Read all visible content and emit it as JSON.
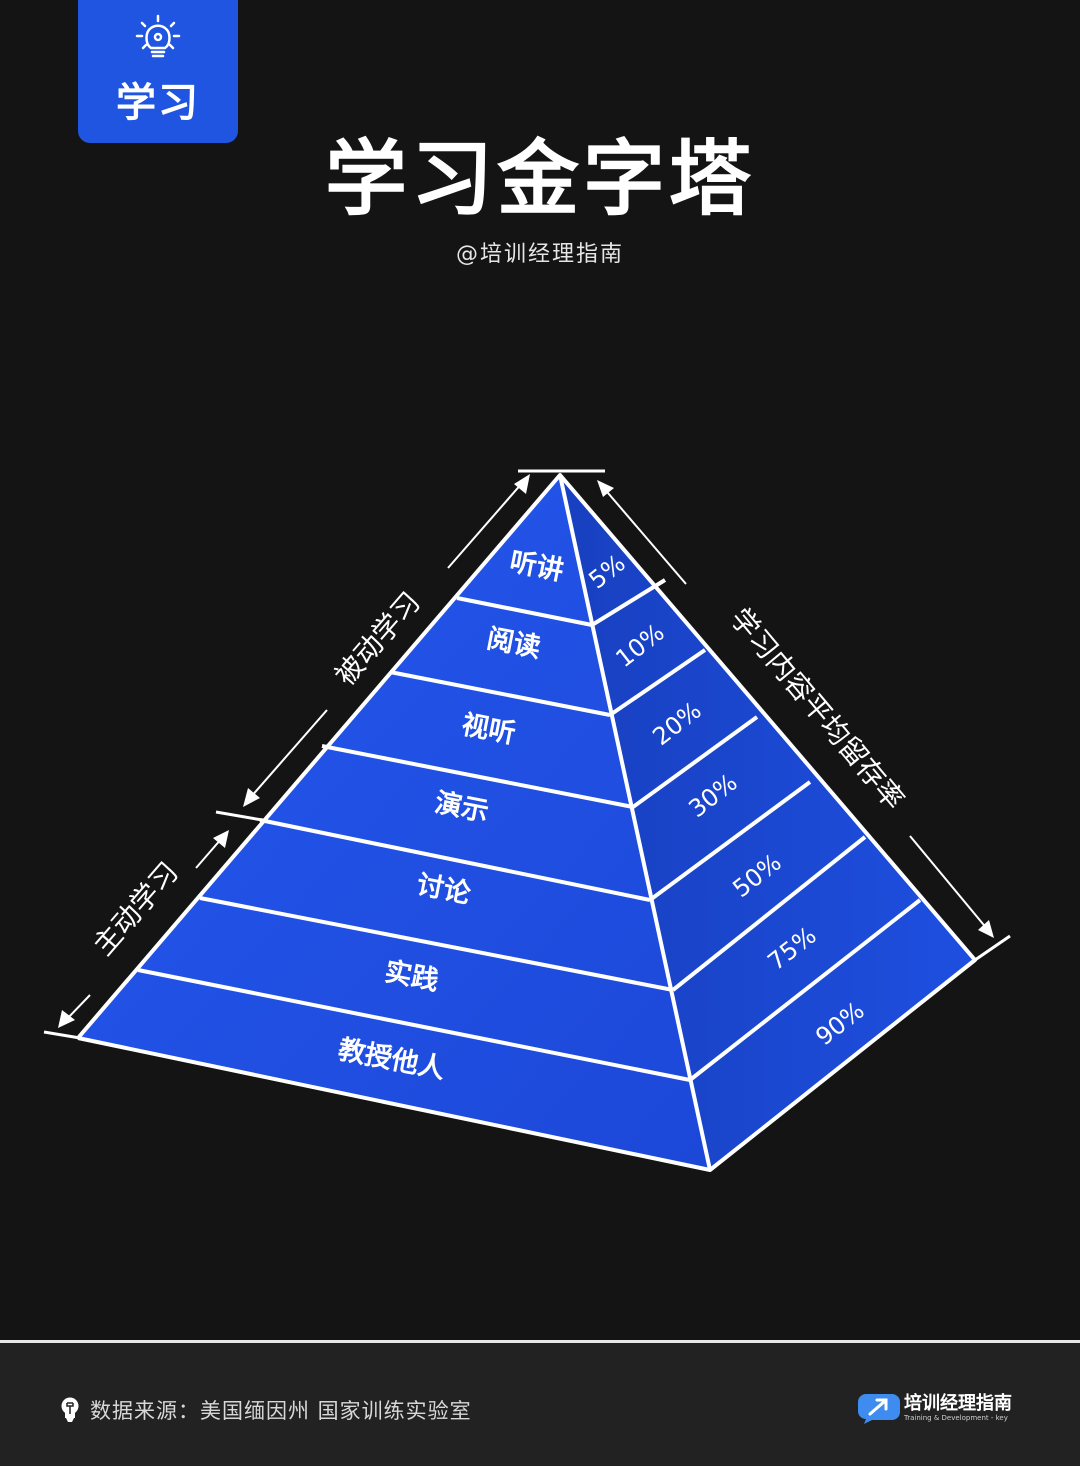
{
  "badge": {
    "icon": "lightbulb-gear-icon",
    "label": "学习"
  },
  "header": {
    "title": "学习金字塔",
    "subtitle": "@培训经理指南"
  },
  "colors": {
    "background": "#141414",
    "pyramid_left": "#1f52e6",
    "pyramid_right": "#1a45cf",
    "lines": "#ffffff",
    "badge": "#1f55e0",
    "footer": "#222222"
  },
  "pyramid": {
    "layers": [
      {
        "method": "听讲",
        "retention": "5%"
      },
      {
        "method": "阅读",
        "retention": "10%"
      },
      {
        "method": "视听",
        "retention": "20%"
      },
      {
        "method": "演示",
        "retention": "30%"
      },
      {
        "method": "讨论",
        "retention": "50%"
      },
      {
        "method": "实践",
        "retention": "75%"
      },
      {
        "method": "教授他人",
        "retention": "90%"
      }
    ],
    "left_labels": {
      "passive": "被动学习",
      "active": "主动学习"
    },
    "right_label": "学习内容平均留存率"
  },
  "chart_data": {
    "type": "table",
    "title": "学习金字塔",
    "categories": [
      "听讲",
      "阅读",
      "视听",
      "演示",
      "讨论",
      "实践",
      "教授他人"
    ],
    "values": [
      5,
      10,
      20,
      30,
      50,
      75,
      90
    ],
    "unit": "%",
    "groups": [
      {
        "name": "被动学习",
        "members": [
          "听讲",
          "阅读",
          "视听",
          "演示"
        ]
      },
      {
        "name": "主动学习",
        "members": [
          "讨论",
          "实践",
          "教授他人"
        ]
      }
    ],
    "ylabel": "学习内容平均留存率"
  },
  "footer": {
    "source_icon": "lightbulb-icon",
    "source": "数据来源：美国缅因州  国家训练实验室",
    "logo_cn": "培训经理指南",
    "logo_en": "Training & Development - key",
    "logo_icon": "arrow-bubble-icon"
  }
}
